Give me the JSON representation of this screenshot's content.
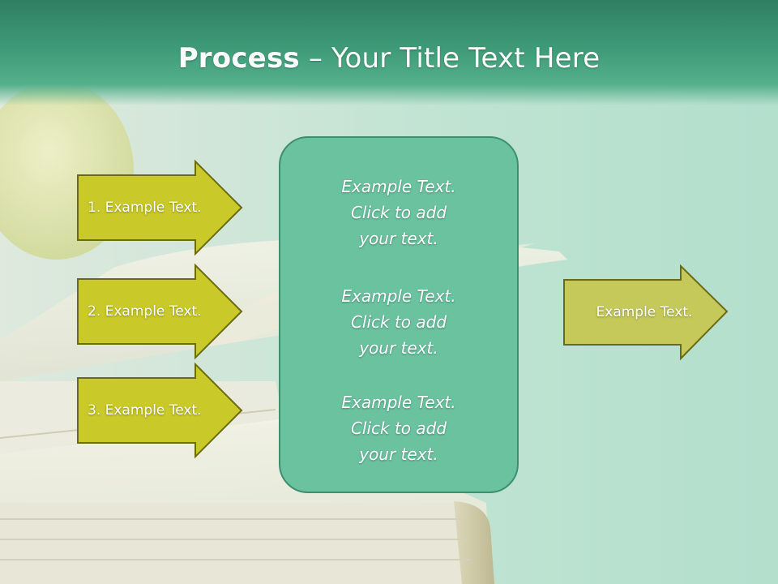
{
  "slide": {
    "title_bold": "Process",
    "title_rest": " – Your Title Text Here"
  },
  "left_arrows": [
    {
      "label": "1. Example Text."
    },
    {
      "label": "2. Example Text."
    },
    {
      "label": "3. Example Text."
    }
  ],
  "center_box": {
    "blocks": [
      {
        "line1": "Example Text.",
        "line2": "Click  to add",
        "line3": "your text."
      },
      {
        "line1": "Example Text.",
        "line2": "Click  to add",
        "line3": "your text."
      },
      {
        "line1": "Example Text.",
        "line2": "Click  to add",
        "line3": "your text."
      }
    ]
  },
  "right_arrow": {
    "label": "Example Text."
  },
  "colors": {
    "arrow_fill": "#c9c92a",
    "arrow_border": "#6b6b12",
    "right_arrow_fill": "#c5c95a",
    "center_fill": "#6ac29f",
    "title_band": "#3d9a77"
  }
}
